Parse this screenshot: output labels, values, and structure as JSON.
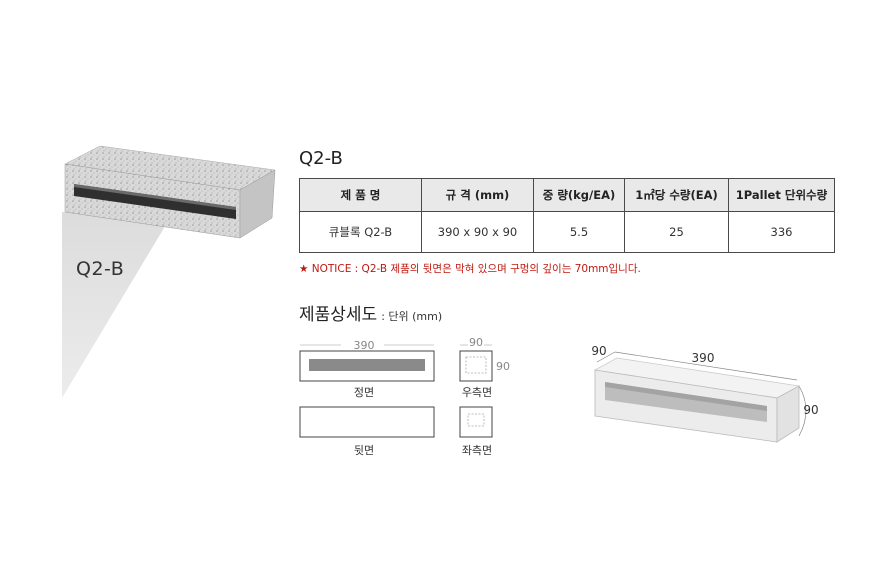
{
  "side_panel": {
    "label": "Q2-B"
  },
  "title": "Q2-B",
  "table": {
    "headers": [
      "제 품 명",
      "규 격 (mm)",
      "중 량(kg/EA)",
      "1㎡당 수량(EA)",
      "1Pallet 단위수량"
    ],
    "rows": [
      [
        "큐블록 Q2-B",
        "390 x 90 x 90",
        "5.5",
        "25",
        "336"
      ]
    ]
  },
  "notice": "★ NOTICE : Q2-B 제품의 뒷면은 막혀 있으며 구멍의 깊이는 70mm입니다.",
  "detail": {
    "title": "제품상세도",
    "unit": ": 단위 (mm)",
    "views": {
      "front": {
        "dim": "390",
        "caption": "정면"
      },
      "back": {
        "caption": "뒷면"
      },
      "right": {
        "dim_w": "90",
        "dim_h": "90",
        "caption": "우측면"
      },
      "left": {
        "caption": "좌측면"
      }
    },
    "iso": {
      "dim_depth": "90",
      "dim_length": "390",
      "dim_height": "90"
    }
  },
  "colors": {
    "notice": "#c0180f",
    "header_bg": "#e9e9e9",
    "slot": "#8a8a8a",
    "wedge": "#d6d6d6"
  }
}
